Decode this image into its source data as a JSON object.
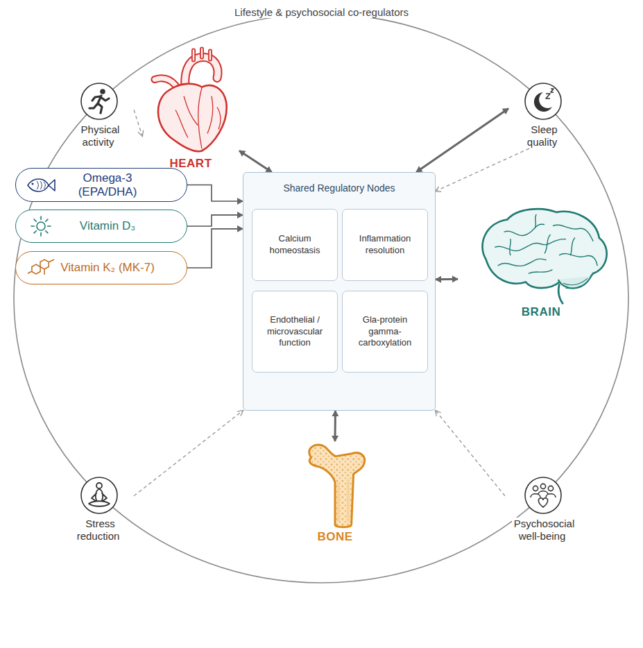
{
  "diagram": {
    "title": "Lifestyle & psychosocial co-regulators",
    "nodes": [
      {
        "text": [
          "Physical activity"
        ]
      },
      {
        "text": [
          "Sleep quality"
        ]
      },
      {
        "text": [
          "HEART"
        ]
      },
      {
        "text": [
          "Omega-3 (EPA/DHA)"
        ]
      },
      {
        "text": [
          "Vitamin D₃"
        ]
      },
      {
        "text": [
          "Vitamin K₂ (MK-7)"
        ]
      },
      {
        "text": [
          "Shared Regulatory Nodes"
        ]
      },
      {
        "text": [
          "Calcium homeostasis"
        ],
        "in": 6
      },
      {
        "text": [
          "Inflammation resolution"
        ],
        "in": 6
      },
      {
        "text": [
          "Endothelial / microvascular function"
        ],
        "in": 6
      },
      {
        "text": [
          "Gla-protein gamma-carboxylation"
        ],
        "in": 6
      },
      {
        "text": [
          "BRAIN"
        ]
      },
      {
        "text": [
          "BONE"
        ]
      },
      {
        "text": [
          "Stress reduction"
        ]
      },
      {
        "text": [
          "Psychosocial well-being"
        ]
      }
    ],
    "edges": [
      {
        "from": 0,
        "to": 2,
        "arrow": "to"
      },
      {
        "from": 2,
        "to": 6,
        "arrow": "both"
      },
      {
        "from": 1,
        "to": 6,
        "arrow": "to"
      },
      {
        "from": 6,
        "to": 1,
        "arrow": "both"
      },
      {
        "from": 3,
        "to": 6,
        "arrow": "to"
      },
      {
        "from": 4,
        "to": 6,
        "arrow": "to"
      },
      {
        "from": 5,
        "to": 6,
        "arrow": "to"
      },
      {
        "from": 6,
        "to": 11,
        "arrow": "both"
      },
      {
        "from": 6,
        "to": 12,
        "arrow": "both"
      },
      {
        "from": 13,
        "to": 6,
        "arrow": "to"
      },
      {
        "from": 14,
        "to": 6,
        "arrow": "to"
      }
    ]
  }
}
